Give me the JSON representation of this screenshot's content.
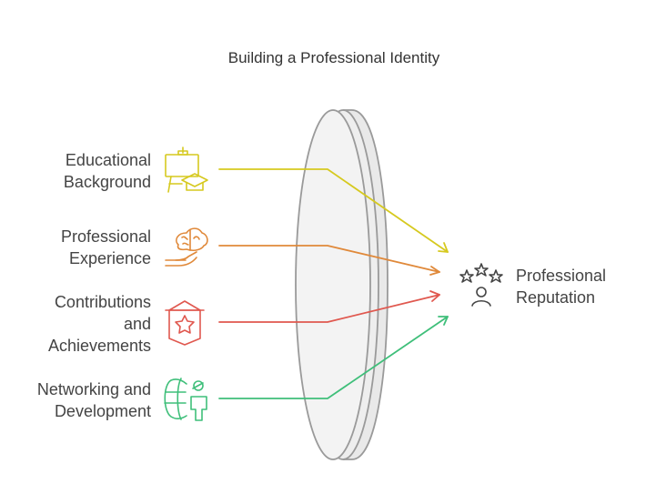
{
  "title": "Building a Professional Identity",
  "inputs": [
    {
      "lines": [
        "Educational",
        "Background"
      ],
      "color": "#d6c91f",
      "icon": "presentation-graduation-icon"
    },
    {
      "lines": [
        "Professional",
        "Experience"
      ],
      "color": "#e0893a",
      "icon": "brain-hand-icon"
    },
    {
      "lines": [
        "Contributions",
        "and",
        "Achievements"
      ],
      "color": "#e0584f",
      "icon": "award-banner-icon"
    },
    {
      "lines": [
        "Networking and",
        "Development"
      ],
      "color": "#3fbf7a",
      "icon": "globe-person-icon"
    }
  ],
  "output": {
    "lines": [
      "Professional",
      "Reputation"
    ],
    "icon": "stars-person-icon"
  },
  "lens_color": "#f2f2f2",
  "lens_stroke": "#9a9a9a"
}
